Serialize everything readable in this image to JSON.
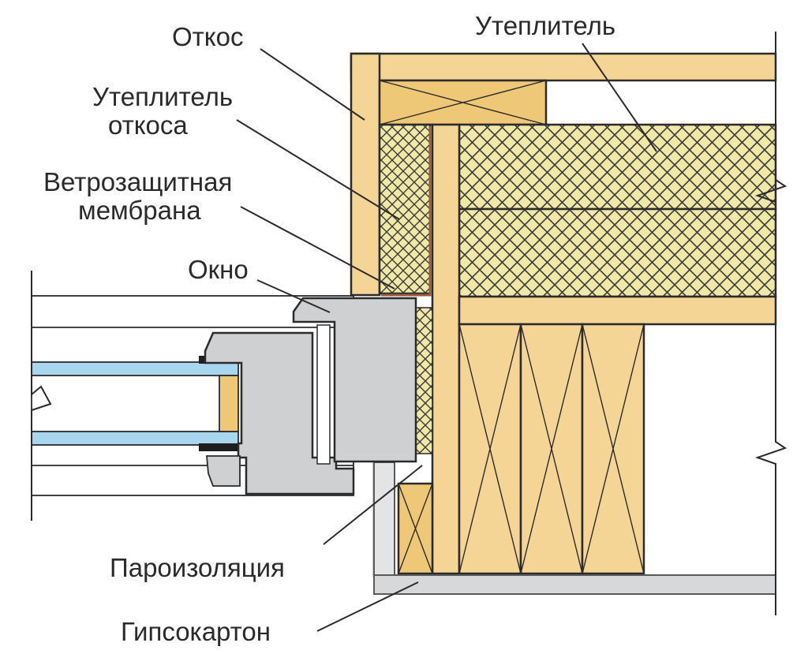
{
  "labels": {
    "otkos": "Откос",
    "uteplitel": "Утеплитель",
    "uteplitel_otkosa_1": "Утеплитель",
    "uteplitel_otkosa_2": "откоса",
    "membrana_1": "Ветрозащитная",
    "membrana_2": "мембрана",
    "okno": "Окно",
    "paroizolyaciya": "Пароизоляция",
    "gipsokarton": "Гипсокартон"
  },
  "colors": {
    "wood": "#f5d596",
    "wood_dark": "#efc877",
    "insulation": "#efe8a6",
    "frame": "#cfd0d1",
    "glass": "#a9d6ef",
    "outline": "#2b2b2b",
    "membrane": "#9b5a38",
    "board": "#d6d8d9"
  }
}
